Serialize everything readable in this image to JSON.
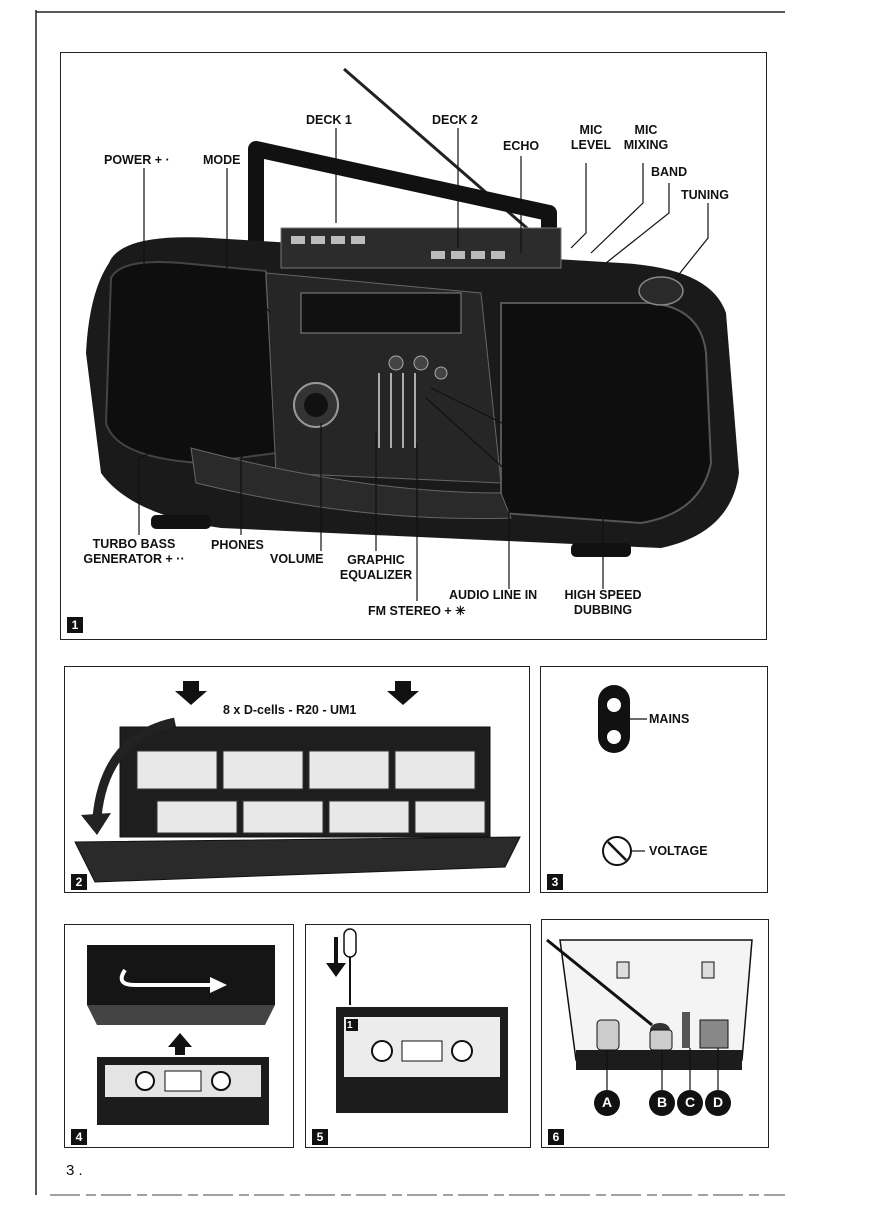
{
  "figure1": {
    "number": "1",
    "labels": {
      "deck1": "DECK 1",
      "deck2": "DECK 2",
      "mic_level_1": "MIC",
      "mic_level_2": "LEVEL",
      "mic_mixing_1": "MIC",
      "mic_mixing_2": "MIXING",
      "echo": "ECHO",
      "power": "POWER + ·",
      "mode": "MODE",
      "band": "BAND",
      "tuning": "TUNING",
      "turbo_1": "TURBO BASS",
      "turbo_2": "GENERATOR + ··",
      "phones": "PHONES",
      "volume": "VOLUME",
      "graphic_1": "GRAPHIC",
      "graphic_2": "EQUALIZER",
      "audio_line_in": "AUDIO LINE IN",
      "high_speed_1": "HIGH SPEED",
      "high_speed_2": "DUBBING",
      "fm_stereo": "FM STEREO + ✳"
    }
  },
  "figure2": {
    "number": "2",
    "caption": "8 x D-cells - R20 - UM1"
  },
  "figure3": {
    "number": "3",
    "mains": "MAINS",
    "voltage": "VOLTAGE"
  },
  "figure4": {
    "number": "4"
  },
  "figure5": {
    "number": "5",
    "cassette_side": "1"
  },
  "figure6": {
    "number": "6",
    "markers": [
      "A",
      "B",
      "C",
      "D"
    ]
  },
  "page_number": "3 ."
}
